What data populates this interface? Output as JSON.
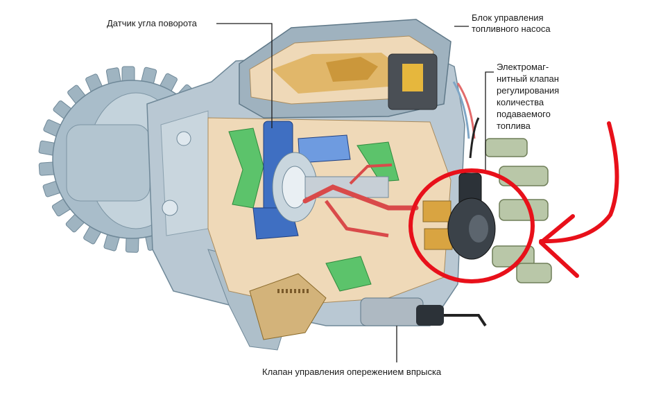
{
  "labels": {
    "rotation_sensor": "Датчик угла поворота",
    "pump_control_unit": "Блок управления\nтопливного насоса",
    "solenoid_valve": "Электромаг-\nнитный клапан\nрегулирования\nколичества\nподаваемого\nтоплива",
    "timing_valve": "Клапан управления опережением впрыска"
  },
  "colors": {
    "highlight": "#e8101a",
    "housing": "#b9c8d3",
    "cutaway": "#efd9b8",
    "blue_parts": "#3f6fc2",
    "green_parts": "#5cc36b",
    "fuel_lines": "#d94a4a",
    "brass": "#d9a441"
  }
}
